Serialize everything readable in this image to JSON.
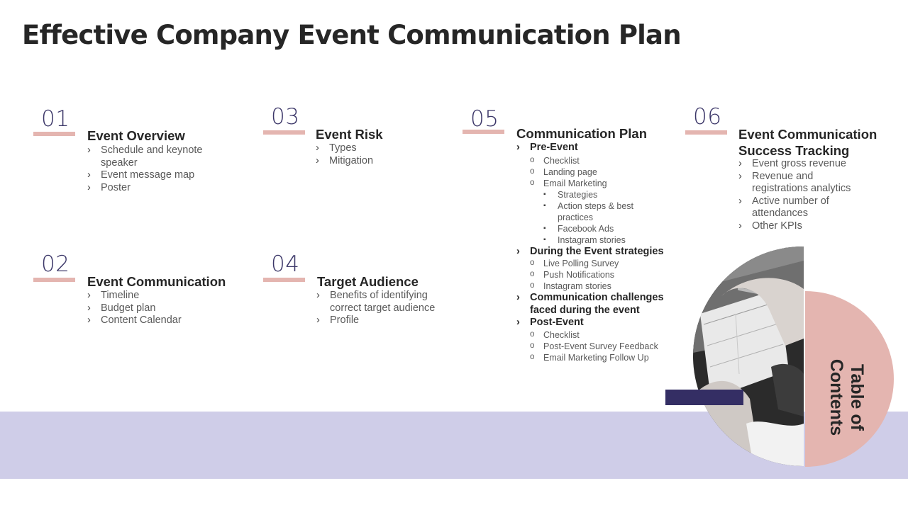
{
  "title": "Effective Company Event Communication Plan",
  "sections": [
    {
      "number": "01",
      "heading": "Event Overview",
      "items": [
        "Schedule and keynote speaker",
        "Event message map",
        "Poster"
      ]
    },
    {
      "number": "02",
      "heading": "Event Communication",
      "items": [
        "Timeline",
        "Budget plan",
        "Content Calendar"
      ]
    },
    {
      "number": "03",
      "heading": "Event Risk",
      "items": [
        "Types",
        "Mitigation"
      ]
    },
    {
      "number": "04",
      "heading": "Target Audience",
      "items": [
        "Benefits of identifying correct target audience",
        "Profile"
      ]
    },
    {
      "number": "05",
      "heading": "Communication Plan",
      "pre_event": {
        "label": "Pre-Event",
        "items": [
          "Checklist",
          "Landing page",
          "Email Marketing"
        ],
        "email_marketing_items": [
          "Strategies",
          "Action steps & best practices",
          "Facebook Ads",
          "Instagram  stories"
        ]
      },
      "during": {
        "label": "During the Event strategies",
        "items": [
          "Live Polling Survey",
          "Push Notifications",
          "Instagram  stories"
        ]
      },
      "challenges": {
        "label": "Communication challenges faced during the event"
      },
      "post_event": {
        "label": "Post-Event",
        "items": [
          "Checklist",
          "Post-Event Survey Feedback",
          "Email Marketing Follow Up"
        ]
      }
    },
    {
      "number": "06",
      "heading": "Event Communication Success Tracking",
      "items": [
        "Event gross revenue",
        "Revenue and registrations analytics",
        "Active number of attendances",
        "Other KPIs"
      ]
    }
  ],
  "toc_label": "Table of Contents",
  "colors": {
    "accent_pink": "#e4b5b0",
    "navy": "#342e64",
    "band": "#cfcde8",
    "number": "#3b3668"
  }
}
